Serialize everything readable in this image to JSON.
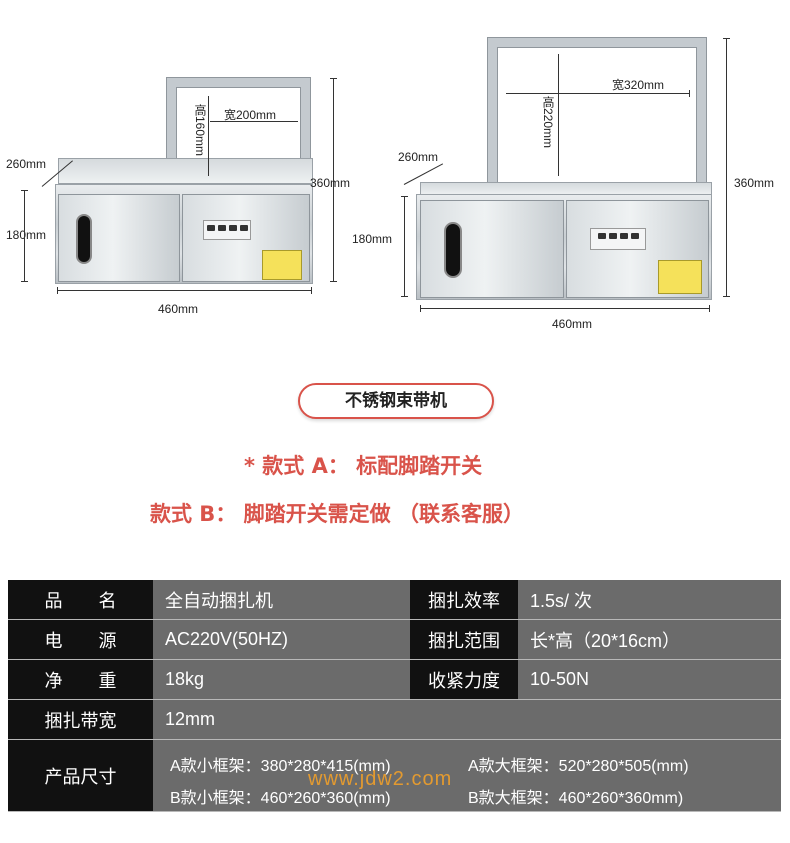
{
  "machine_a": {
    "depth": "260mm",
    "body_height": "180mm",
    "total_height": "360mm",
    "width": "460mm",
    "frame_height": "高160mm",
    "frame_width": "宽200mm"
  },
  "machine_b": {
    "depth": "260mm",
    "body_height": "180mm",
    "total_height": "360mm",
    "width": "460mm",
    "frame_height": "高220mm",
    "frame_width": "宽320mm"
  },
  "title_pill": "不锈钢束带机",
  "option_a": "* 款式 A：  标配脚踏开关",
  "option_b": "款式 B：  脚踏开关需定做   （联系客服）",
  "specs": {
    "rows": [
      {
        "h1": "品　　名",
        "v1": "全自动捆扎机",
        "h2": "捆扎效率",
        "v2": "1.5s/ 次"
      },
      {
        "h1": "电　　源",
        "v1": "AC220V(50HZ)",
        "h2": "捆扎范围",
        "v2": "长*高（20*16cm）"
      },
      {
        "h1": "净　　重",
        "v1": "18kg",
        "h2": "收紧力度",
        "v2": "10-50N"
      },
      {
        "h1": "捆扎带宽",
        "v1": "12mm"
      }
    ],
    "size_header": "产品尺寸",
    "sizes": [
      "A款小框架：380*280*415(mm)",
      "A款大框架：520*280*505(mm)",
      "B款小框架：460*260*360(mm)",
      "B款大框架：460*260*360mm)"
    ]
  },
  "watermark": "www.jdw2.com"
}
